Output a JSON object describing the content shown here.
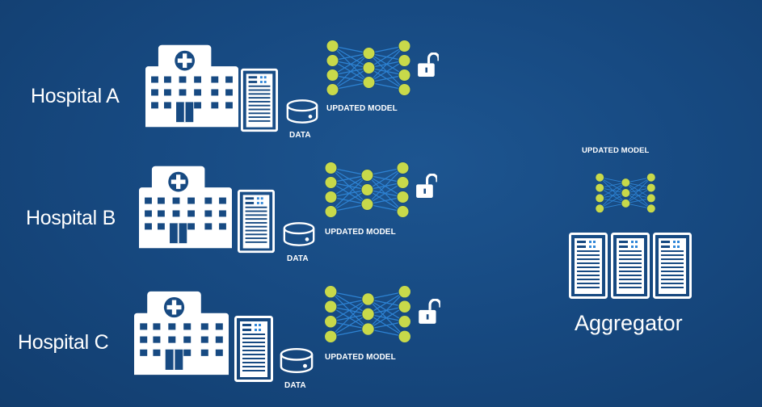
{
  "hospitals": [
    {
      "name": "Hospital A",
      "data_label": "DATA",
      "model_label": "UPDATED MODEL"
    },
    {
      "name": "Hospital B",
      "data_label": "DATA",
      "model_label": "UPDATED MODEL"
    },
    {
      "name": "Hospital C",
      "data_label": "DATA",
      "model_label": "UPDATED MODEL"
    }
  ],
  "aggregator": {
    "name": "Aggregator",
    "model_label": "UPDATED MODEL"
  },
  "colors": {
    "background": "#174a82",
    "node": "#c8d94a",
    "edge": "#2f86d8",
    "icon": "#ffffff"
  },
  "icons": [
    "hospital-building-icon",
    "server-rack-icon",
    "database-icon",
    "neural-network-icon",
    "unlocked-padlock-icon"
  ]
}
